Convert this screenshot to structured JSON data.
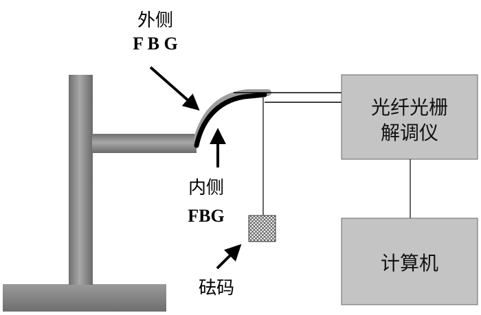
{
  "labels": {
    "outer_line1": "外侧",
    "outer_line2": "F B G",
    "inner_line1": "内侧",
    "inner_line2": "FBG",
    "weight": "砝码"
  },
  "interrogator": {
    "line1": "光纤光栅",
    "line2": "解调仪"
  },
  "computer": {
    "label": "计算机"
  },
  "colors": {
    "stand_fill": "#8c8c8c",
    "box_fill": "#c4c4c4",
    "fbg_black": "#000000"
  }
}
